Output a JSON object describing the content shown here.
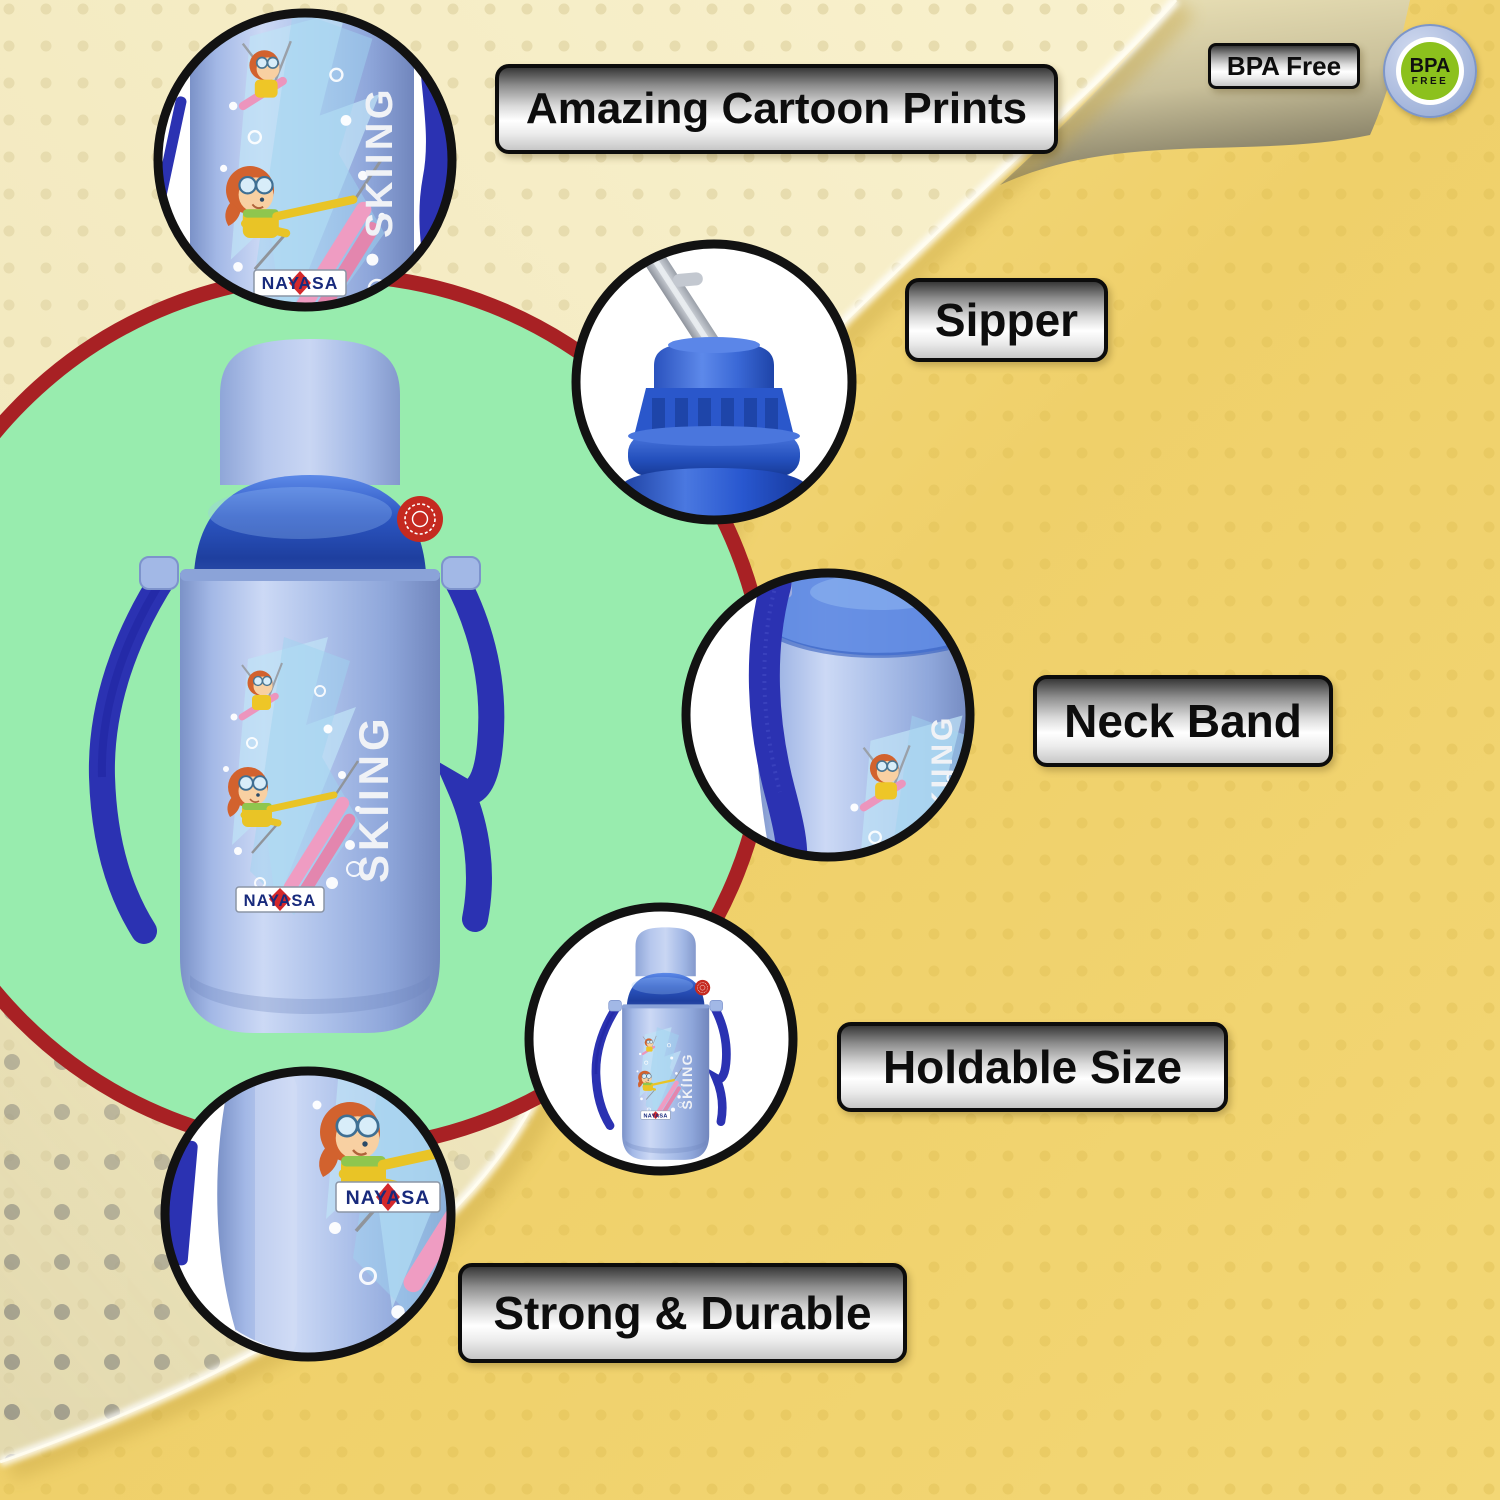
{
  "header": {
    "bpa_label": "BPA Free"
  },
  "badge": {
    "line1": "BPA",
    "line2": "FREE"
  },
  "callouts": [
    {
      "label": "Amazing Cartoon Prints"
    },
    {
      "label": "Sipper"
    },
    {
      "label": "Neck Band"
    },
    {
      "label": "Holdable Size"
    },
    {
      "label": "Strong & Durable"
    }
  ],
  "product": {
    "brand": "NAYASA",
    "print_title": "SKIING"
  },
  "colors": {
    "background_gold": "#f0d169",
    "sheet_cream": "#f7efc9",
    "circle_green": "#98ecae",
    "ring_red": "#a82124",
    "bottle_blue": "#9fb6e6",
    "strap_blue": "#2b32b2",
    "badge_green": "#8cc11d",
    "label_text": "#0d0d0d"
  }
}
